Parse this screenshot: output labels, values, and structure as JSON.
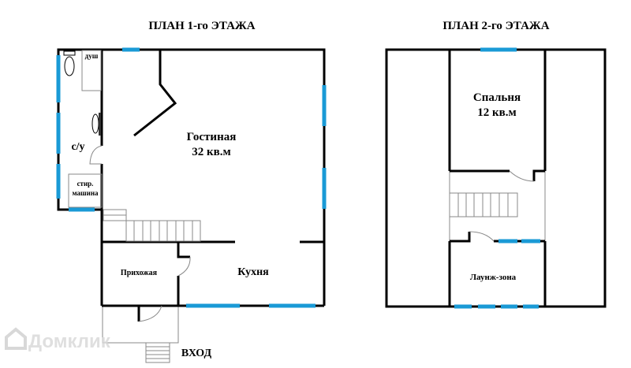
{
  "floor1": {
    "title": "ПЛАН 1-го ЭТАЖА",
    "rooms": {
      "living_name": "Гостиная",
      "living_area": "32 кв.м",
      "bathroom": "с/у",
      "shower": "душ",
      "washer_line1": "стир.",
      "washer_line2": "машина",
      "hallway": "Прихожая",
      "kitchen": "Кухня",
      "entrance": "ВХОД"
    }
  },
  "floor2": {
    "title": "ПЛАН 2-го ЭТАЖА",
    "rooms": {
      "bedroom_name": "Спальня",
      "bedroom_area": "12 кв.м",
      "lounge": "Лаунж-зона"
    }
  },
  "watermark": "Домклик",
  "colors": {
    "wall": "#000000",
    "window": "#1a9ad6"
  }
}
